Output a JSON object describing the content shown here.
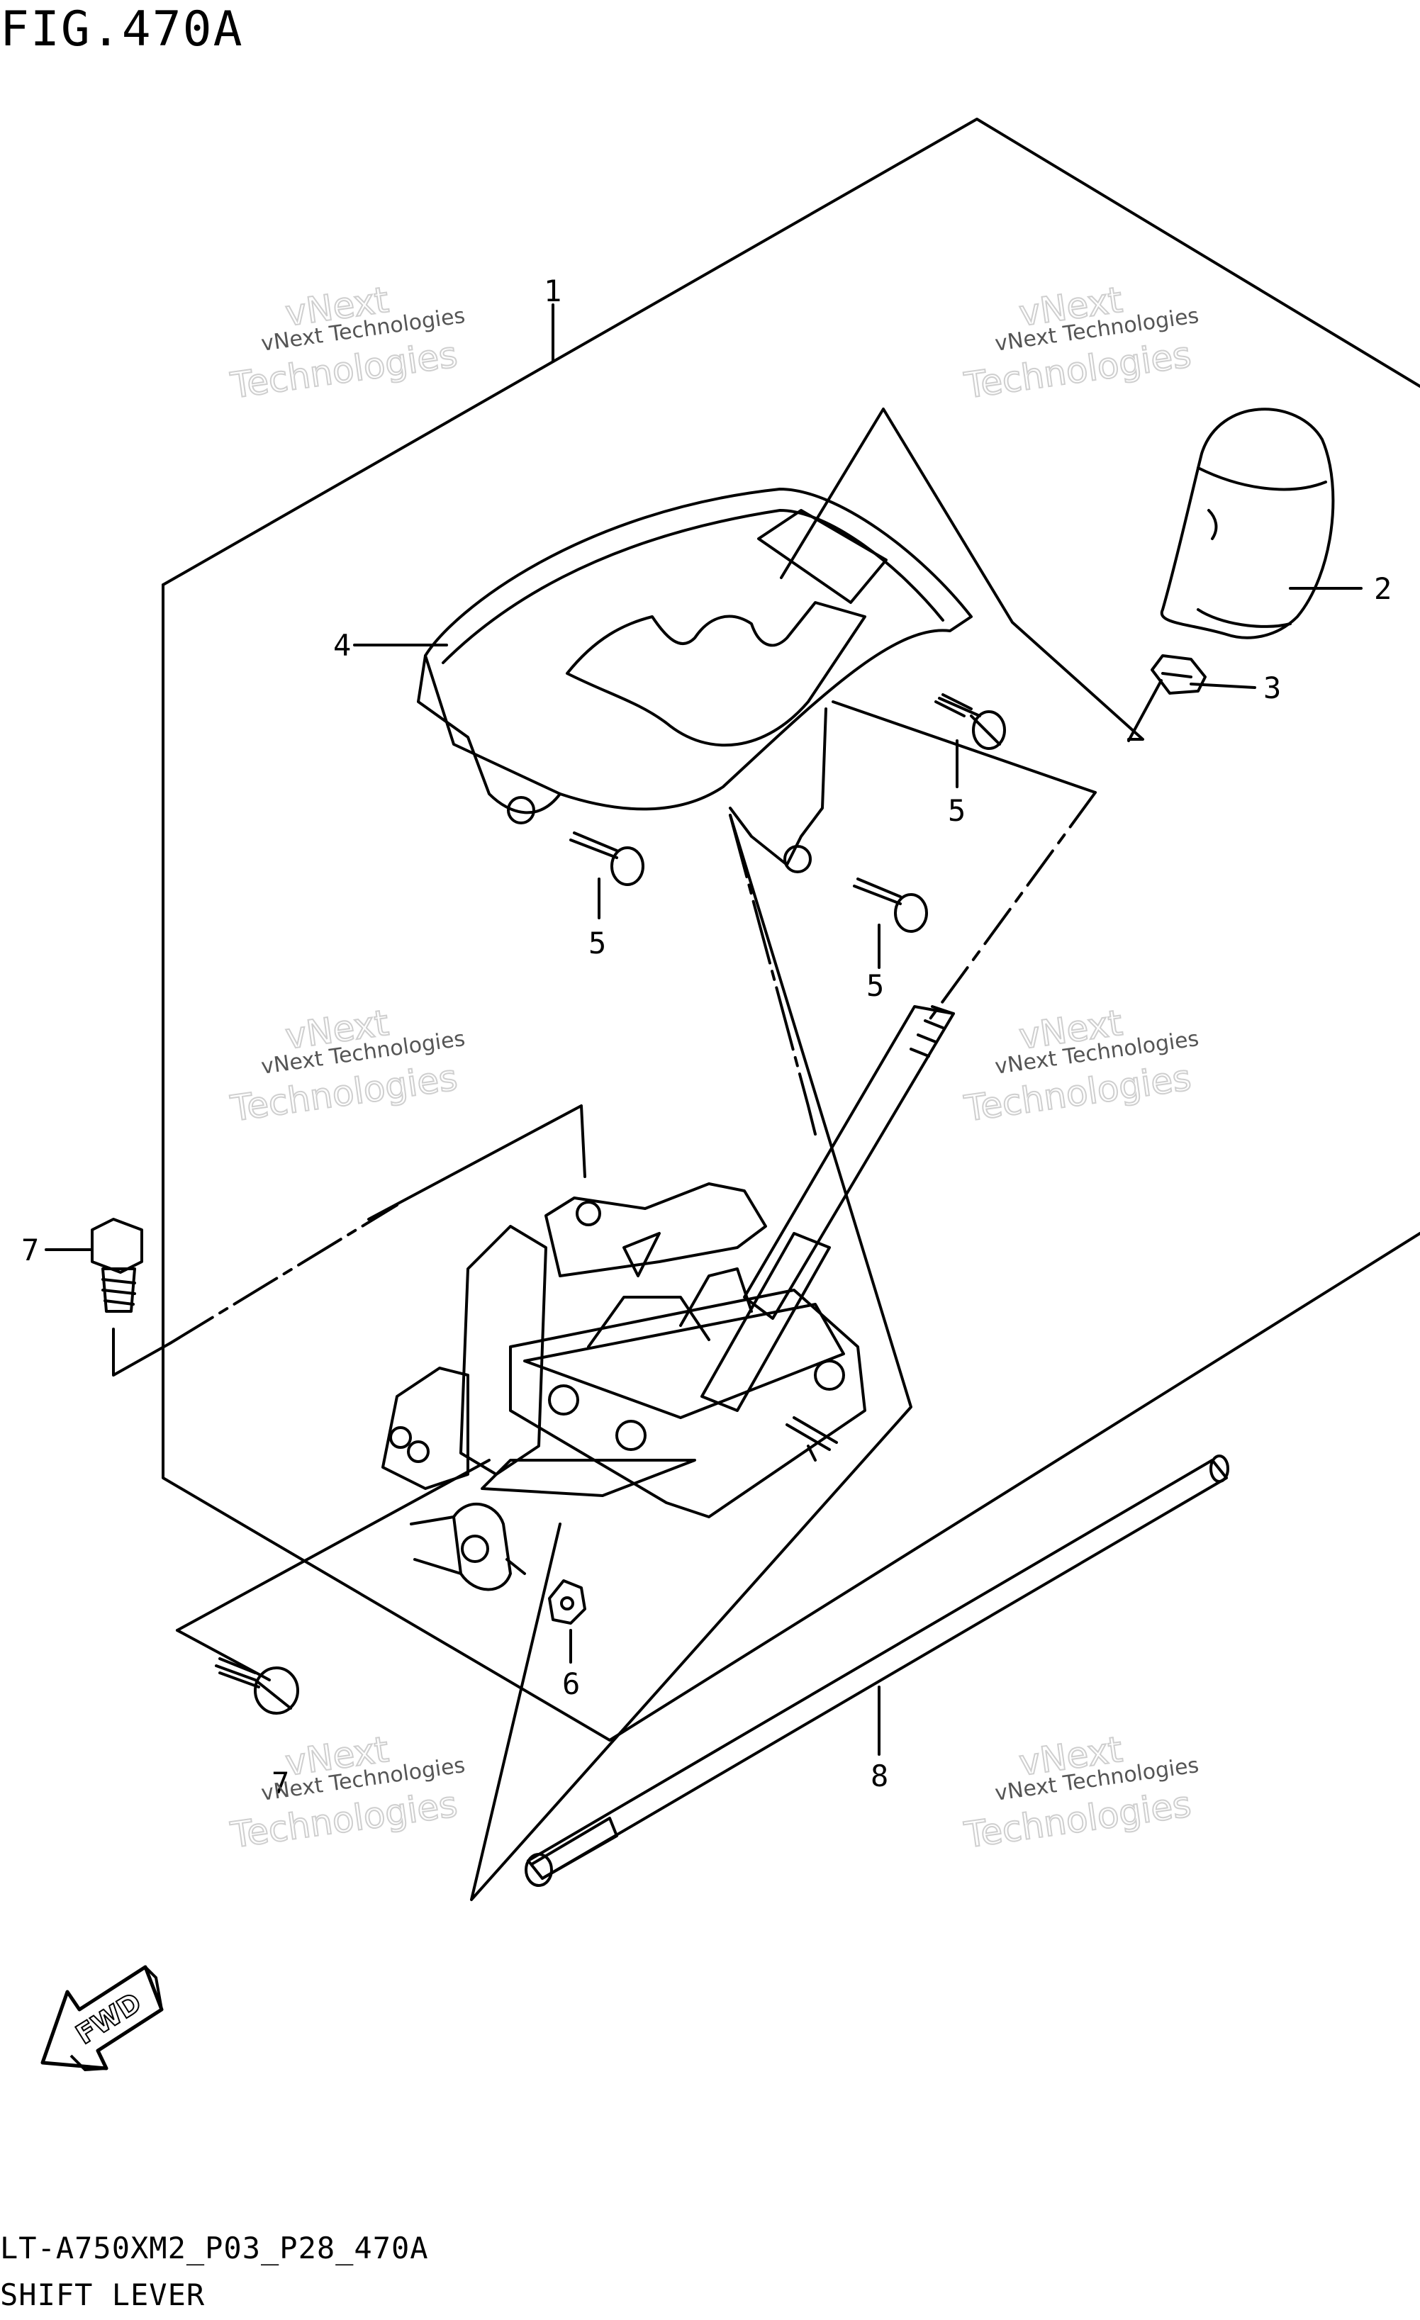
{
  "figure": {
    "title": "FIG.470A",
    "model_code": "LT-A750XM2_P03_P28_470A",
    "section_name": "SHIFT LEVER"
  },
  "callouts": [
    "1",
    "2",
    "3",
    "4",
    "5",
    "5",
    "5",
    "7",
    "6",
    "7",
    "8"
  ],
  "watermark": {
    "line1": "vNext Technologies",
    "line2": "vNext",
    "line3": "Technologies"
  },
  "fwd_label": "FWD"
}
